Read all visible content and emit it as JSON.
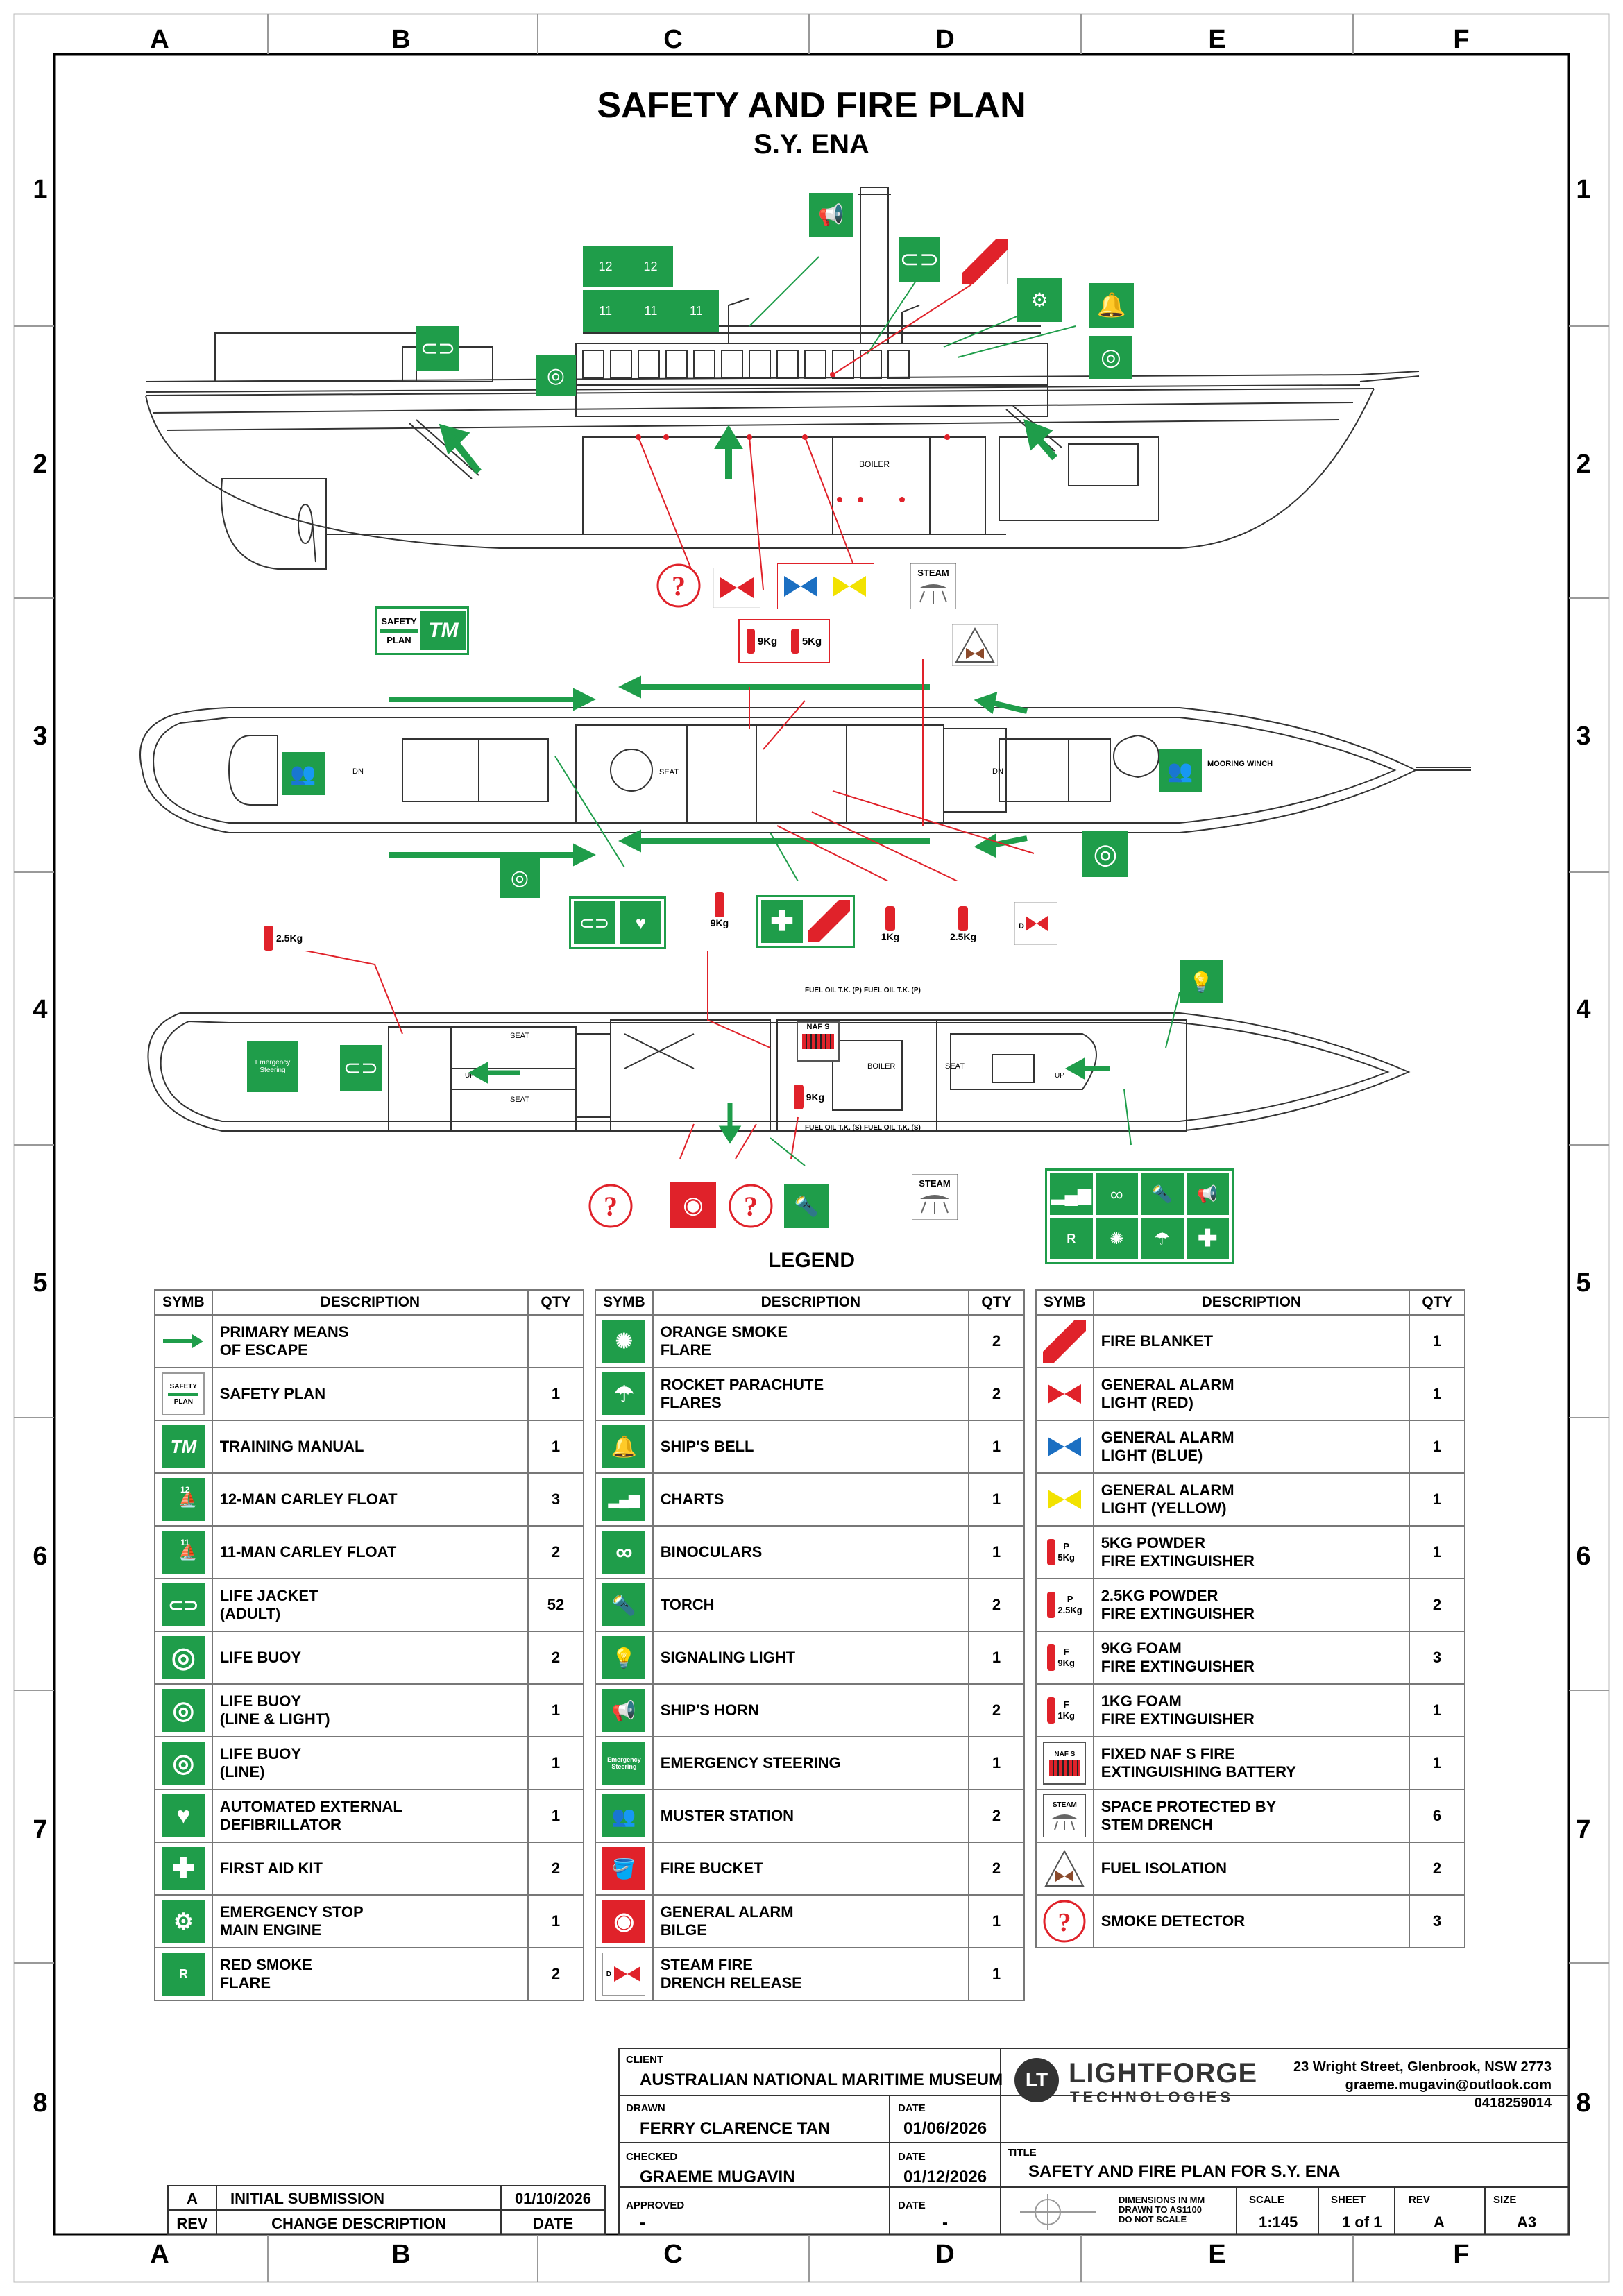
{
  "grid": {
    "cols": [
      "A",
      "B",
      "C",
      "D",
      "E",
      "F"
    ],
    "rows": [
      "1",
      "2",
      "3",
      "4",
      "5",
      "6",
      "7",
      "8"
    ]
  },
  "header": {
    "title": "SAFETY AND FIRE PLAN",
    "subtitle": "S.Y. ENA"
  },
  "plan_labels": {
    "boiler": "BOILER",
    "steam": "STEAM",
    "seat": "SEAT",
    "dn": "DN",
    "up": "UP",
    "mooring_winch": "MOORING WINCH",
    "fuel_oil_p": "FUEL OIL T.K. (P)",
    "fuel_oil_s": "FUEL OIL T.K. (S)",
    "naf_s": "NAF S",
    "emergency_steering": "Emergency Steering",
    "safety": "SAFETY",
    "plan": "PLAN",
    "tm": "TM",
    "carley12": "12",
    "carley11": "11",
    "ext_f9": "9Kg",
    "ext_p5": "5Kg",
    "ext_1kg": "1Kg",
    "ext_25": "2.5Kg",
    "f": "F",
    "p": "P",
    "d": "D",
    "r": "R"
  },
  "legend": {
    "title": "LEGEND",
    "headers": {
      "symb": "SYMB",
      "description": "DESCRIPTION",
      "qty": "QTY"
    },
    "col1": [
      {
        "icon": "arrow-green",
        "desc": [
          "PRIMARY MEANS",
          "OF ESCAPE"
        ],
        "qty": ""
      },
      {
        "icon": "safety-plan",
        "desc": [
          "SAFETY PLAN"
        ],
        "qty": "1"
      },
      {
        "icon": "training-manual",
        "desc": [
          "TRAINING MANUAL"
        ],
        "qty": "1"
      },
      {
        "icon": "carley-12",
        "desc": [
          "12-MAN CARLEY FLOAT"
        ],
        "qty": "3"
      },
      {
        "icon": "carley-11",
        "desc": [
          "11-MAN CARLEY FLOAT"
        ],
        "qty": "2"
      },
      {
        "icon": "life-jacket",
        "desc": [
          "LIFE JACKET",
          "(ADULT)"
        ],
        "qty": "52"
      },
      {
        "icon": "life-buoy",
        "desc": [
          "LIFE BUOY"
        ],
        "qty": "2"
      },
      {
        "icon": "life-buoy-line-light",
        "desc": [
          "LIFE BUOY",
          "(LINE & LIGHT)"
        ],
        "qty": "1"
      },
      {
        "icon": "life-buoy-line",
        "desc": [
          "LIFE BUOY",
          "(LINE)"
        ],
        "qty": "1"
      },
      {
        "icon": "defibrillator",
        "desc": [
          "AUTOMATED EXTERNAL",
          "DEFIBRILLATOR"
        ],
        "qty": "1"
      },
      {
        "icon": "first-aid",
        "desc": [
          "FIRST AID KIT"
        ],
        "qty": "2"
      },
      {
        "icon": "emergency-stop",
        "desc": [
          "EMERGENCY STOP",
          "MAIN ENGINE"
        ],
        "qty": "1"
      },
      {
        "icon": "red-smoke",
        "desc": [
          "RED SMOKE",
          "FLARE"
        ],
        "qty": "2"
      }
    ],
    "col2": [
      {
        "icon": "orange-smoke",
        "desc": [
          "ORANGE SMOKE",
          "FLARE"
        ],
        "qty": "2"
      },
      {
        "icon": "rocket-parachute",
        "desc": [
          "ROCKET PARACHUTE",
          "FLARES"
        ],
        "qty": "2"
      },
      {
        "icon": "ships-bell",
        "desc": [
          "SHIP'S BELL"
        ],
        "qty": "1"
      },
      {
        "icon": "charts",
        "desc": [
          "CHARTS"
        ],
        "qty": "1"
      },
      {
        "icon": "binoculars",
        "desc": [
          "BINOCULARS"
        ],
        "qty": "1"
      },
      {
        "icon": "torch",
        "desc": [
          "TORCH"
        ],
        "qty": "2"
      },
      {
        "icon": "signaling-light",
        "desc": [
          "SIGNALING LIGHT"
        ],
        "qty": "1"
      },
      {
        "icon": "ships-horn",
        "desc": [
          "SHIP'S HORN"
        ],
        "qty": "2"
      },
      {
        "icon": "emergency-steering",
        "desc": [
          "EMERGENCY STEERING"
        ],
        "qty": "1"
      },
      {
        "icon": "muster-station",
        "desc": [
          "MUSTER STATION"
        ],
        "qty": "2"
      },
      {
        "icon": "fire-bucket",
        "desc": [
          "FIRE BUCKET"
        ],
        "qty": "2"
      },
      {
        "icon": "general-alarm-bilge",
        "desc": [
          "GENERAL ALARM",
          "BILGE"
        ],
        "qty": "1"
      },
      {
        "icon": "steam-drench-release",
        "desc": [
          "STEAM FIRE",
          "DRENCH RELEASE"
        ],
        "qty": "1"
      }
    ],
    "col3": [
      {
        "icon": "fire-blanket",
        "desc": [
          "FIRE BLANKET"
        ],
        "qty": "1"
      },
      {
        "icon": "alarm-red",
        "desc": [
          "GENERAL ALARM",
          "LIGHT (RED)"
        ],
        "qty": "1"
      },
      {
        "icon": "alarm-blue",
        "desc": [
          "GENERAL ALARM",
          "LIGHT (BLUE)"
        ],
        "qty": "1"
      },
      {
        "icon": "alarm-yellow",
        "desc": [
          "GENERAL ALARM",
          "LIGHT (YELLOW)"
        ],
        "qty": "1"
      },
      {
        "icon": "ext-p5",
        "desc": [
          "5KG POWDER",
          "FIRE EXTINGUISHER"
        ],
        "qty": "1"
      },
      {
        "icon": "ext-p25",
        "desc": [
          "2.5KG POWDER",
          "FIRE EXTINGUISHER"
        ],
        "qty": "2"
      },
      {
        "icon": "ext-f9",
        "desc": [
          "9KG FOAM",
          "FIRE EXTINGUISHER"
        ],
        "qty": "3"
      },
      {
        "icon": "ext-f1",
        "desc": [
          "1KG FOAM",
          "FIRE EXTINGUISHER"
        ],
        "qty": "1"
      },
      {
        "icon": "naf-battery",
        "desc": [
          "FIXED NAF S  FIRE",
          "EXTINGUISHING BATTERY"
        ],
        "qty": "1"
      },
      {
        "icon": "steam-drench",
        "desc": [
          "SPACE PROTECTED BY",
          "STEM DRENCH"
        ],
        "qty": "6"
      },
      {
        "icon": "fuel-isolation",
        "desc": [
          "FUEL ISOLATION"
        ],
        "qty": "2"
      },
      {
        "icon": "smoke-detector",
        "desc": [
          "SMOKE DETECTOR"
        ],
        "qty": "3"
      }
    ]
  },
  "title_block": {
    "client_label": "CLIENT",
    "client": "AUSTRALIAN NATIONAL MARITIME MUSEUM",
    "drawn_label": "DRAWN",
    "drawn": "FERRY CLARENCE TAN",
    "date_label": "DATE",
    "drawn_date": "01/06/2026",
    "checked_label": "CHECKED",
    "checked": "GRAEME MUGAVIN",
    "checked_date": "01/12/2026",
    "approved_label": "APPROVED",
    "approved": "-",
    "approved_date": "-",
    "company_name": "LIGHTFORGE",
    "company_sub": "TECHNOLOGIES",
    "address": "23 Wright Street, Glenbrook, NSW 2773",
    "email": "graeme.mugavin@outlook.com",
    "phone": "0418259014",
    "title_label": "TITLE",
    "title": "SAFETY AND FIRE PLAN FOR S.Y. ENA",
    "dims": [
      "DIMENSIONS IN MM",
      "DRAWN TO AS1100",
      "DO NOT SCALE"
    ],
    "scale_label": "SCALE",
    "scale": "1:145",
    "sheet_label": "SHEET",
    "sheet": "1 of 1",
    "rev_label": "REV",
    "rev": "A",
    "size_label": "SIZE",
    "size": "A3"
  },
  "revisions": {
    "rows": [
      {
        "rev": "A",
        "desc": "INITIAL SUBMISSION",
        "date": "01/10/2026"
      }
    ],
    "headers": {
      "rev": "REV",
      "desc": "CHANGE DESCRIPTION",
      "date": "DATE"
    }
  },
  "colors": {
    "green": "#1f9d4a",
    "red": "#e0222a",
    "blue": "#1b6fc2",
    "yellow": "#f2e200"
  }
}
